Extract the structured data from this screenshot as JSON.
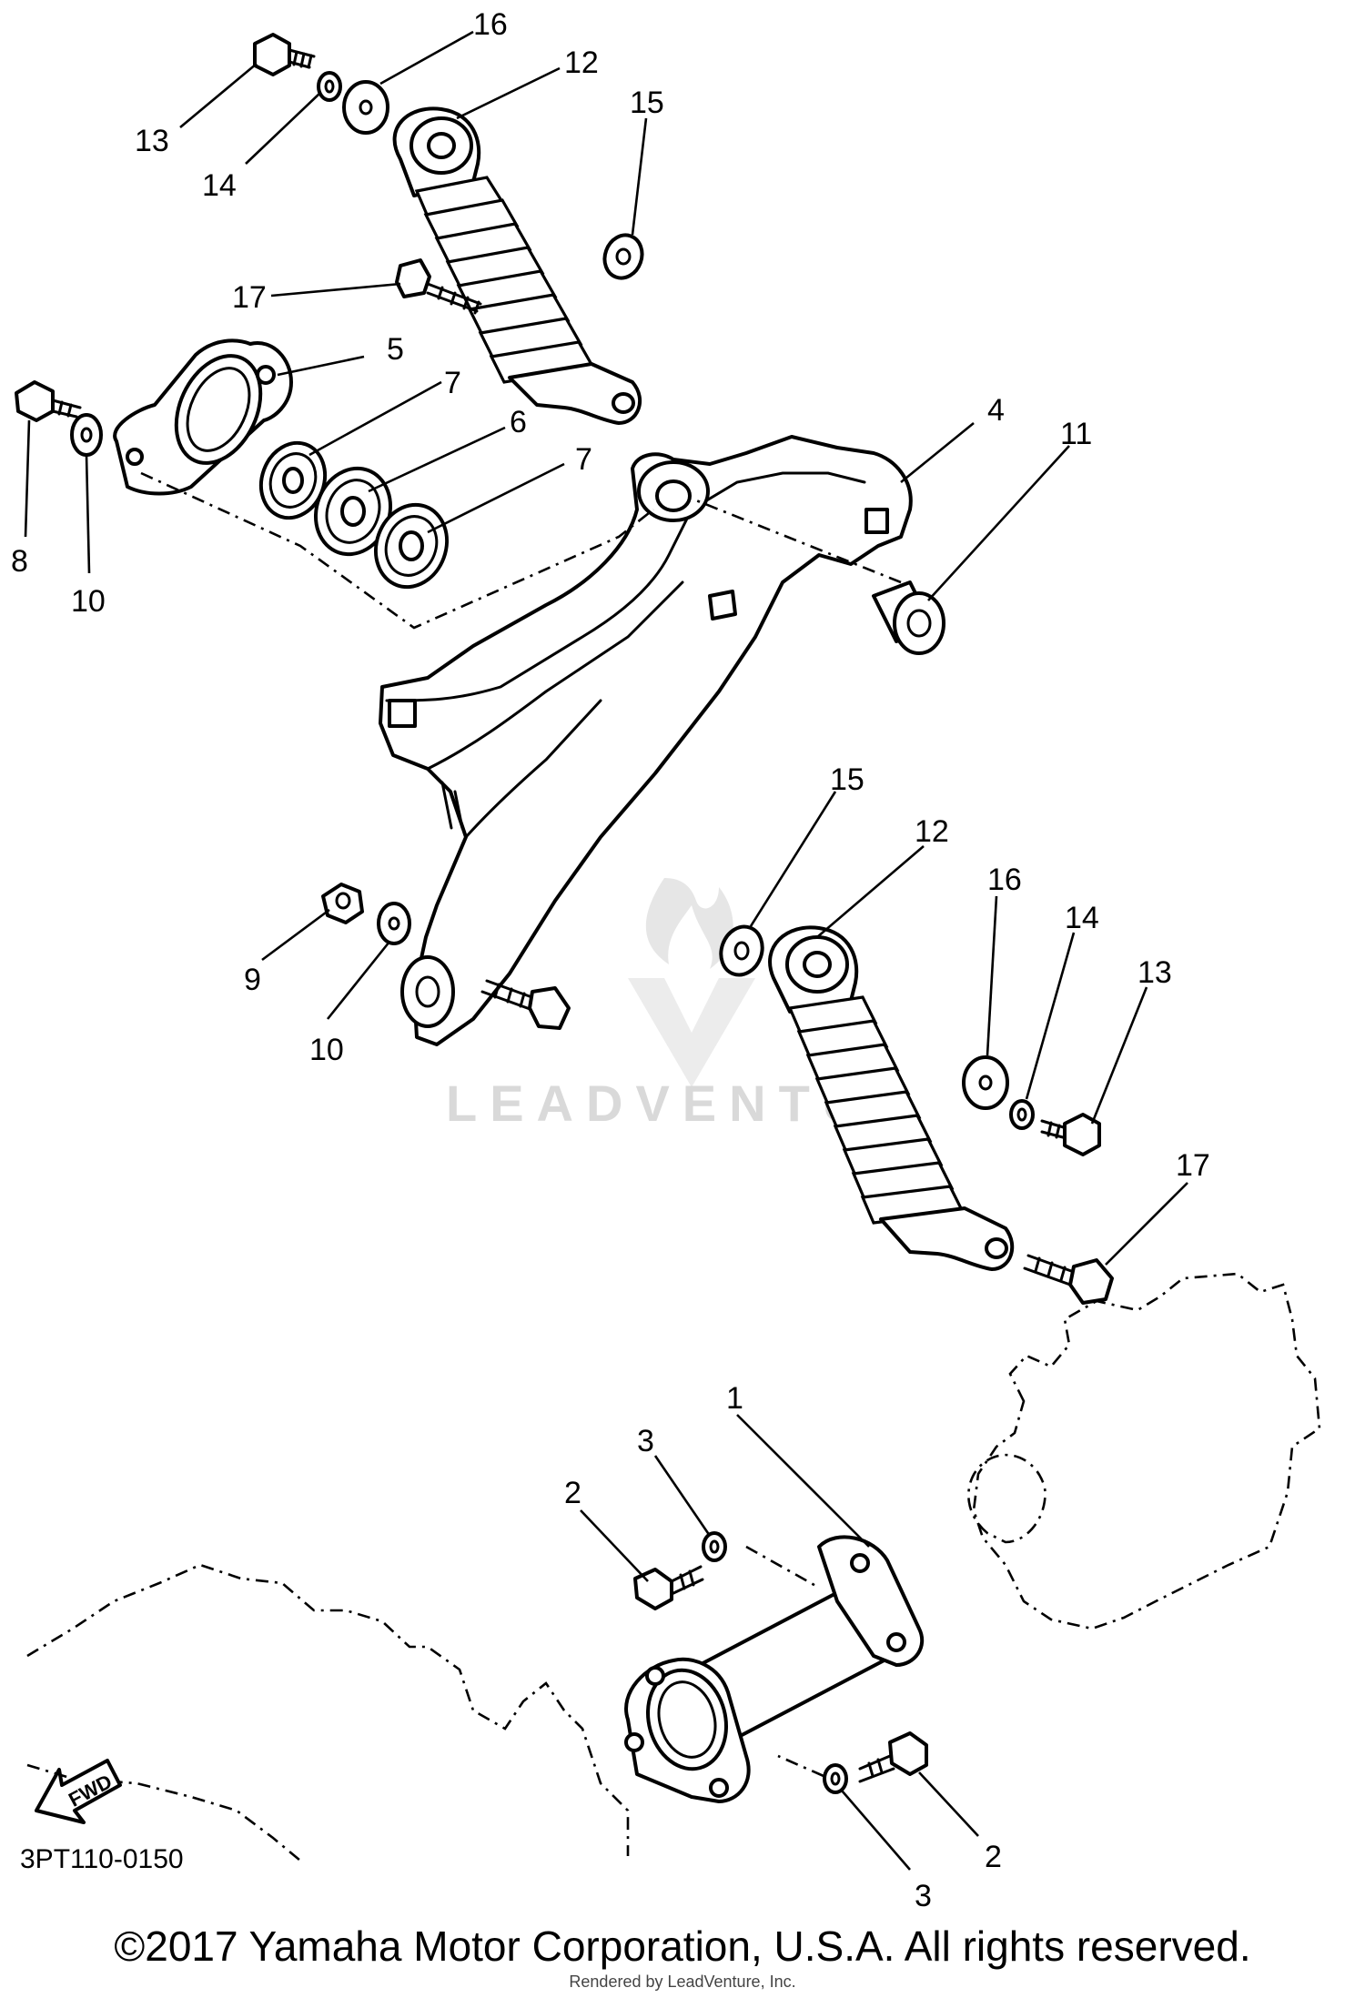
{
  "diagram": {
    "drawing_code": "3PT110-0150",
    "direction_arrow_label": "FWD",
    "watermark_text": "LEADVENTU",
    "copyright": "©2017 Yamaha Motor Corporation, U.S.A. All rights reserved.",
    "rendered_by": "Rendered by LeadVenture, Inc."
  },
  "callouts": {
    "c16_top": "16",
    "c12_top": "12",
    "c13_top": "13",
    "c14_top": "14",
    "c15_top": "15",
    "c17_top": "17",
    "c5": "5",
    "c7_a": "7",
    "c6": "6",
    "c7_b": "7",
    "c4": "4",
    "c11": "11",
    "c8": "8",
    "c10_top": "10",
    "c15_mid": "15",
    "c12_mid": "12",
    "c16_mid": "16",
    "c14_mid": "14",
    "c13_mid": "13",
    "c9": "9",
    "c10_mid": "10",
    "c17_mid": "17",
    "c1": "1",
    "c3_top": "3",
    "c2_top": "2",
    "c2_bottom": "2",
    "c3_bottom": "3"
  },
  "colors": {
    "ink": "#000000",
    "paper": "#ffffff",
    "watermark": "#d9d9d9"
  }
}
